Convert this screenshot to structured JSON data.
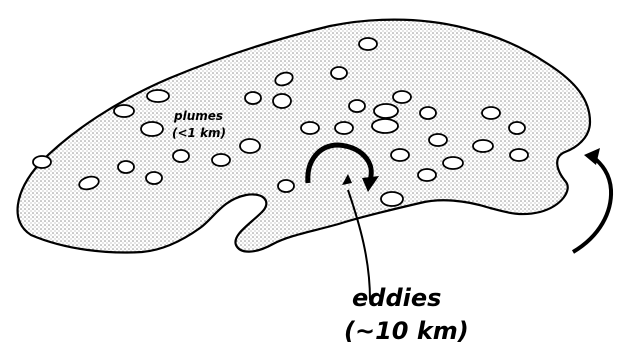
{
  "labels": {
    "plumes_line1": "plumes",
    "plumes_line2": "(<1 km)",
    "eddies_line1": "eddies",
    "eddies_line2": "(~10 km)"
  },
  "colors": {
    "outline": "#000000",
    "stipple_dot": "#8a8a8a",
    "background": "#ffffff",
    "plume_fill": "#ffffff"
  },
  "icons": {
    "eddy_rotation": "curved-arrow-clockwise",
    "basin_rotation": "curved-arrow-counterclockwise",
    "eddy_pointer": "arrow-up"
  }
}
